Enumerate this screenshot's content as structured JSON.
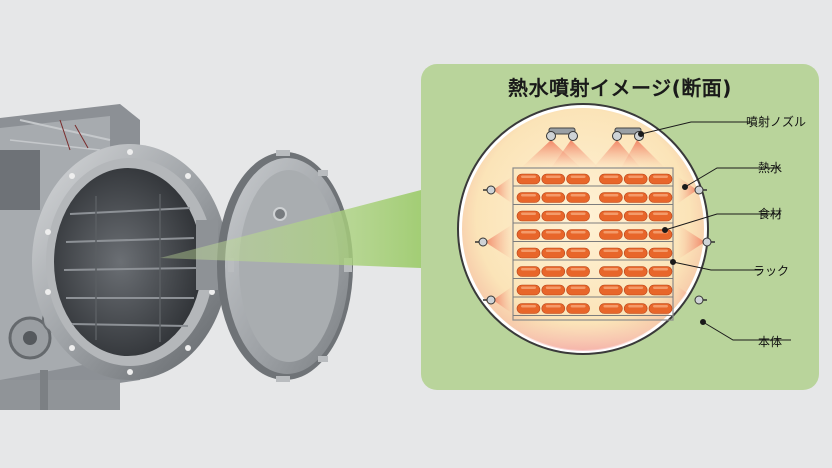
{
  "title": "熱水噴射イメージ(断面)",
  "labels": {
    "nozzle": "噴射ノズル",
    "hot_water": "熱水",
    "food": "食材",
    "rack": "ラック",
    "body": "本体"
  },
  "colors": {
    "panel": "#b9d49b",
    "chamber": "#fbe7c0",
    "food": "#e8662a",
    "spray": "#f6a98a",
    "background": "#e6e7e8"
  }
}
